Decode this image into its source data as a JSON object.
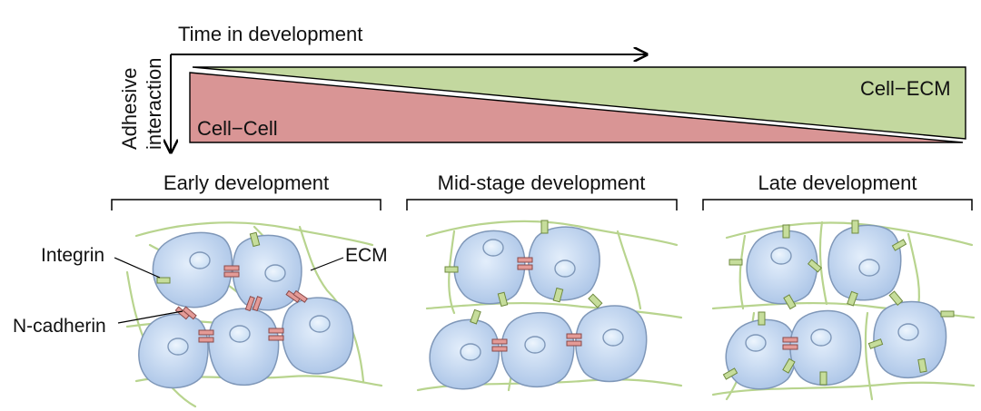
{
  "timeline": {
    "time_label": "Time in development",
    "adhesion_label_line1": "Adhesive",
    "adhesion_label_line2": "interaction",
    "cell_cell_label": "Cell−Cell",
    "cell_ecm_label": "Cell−ECM"
  },
  "stages": [
    {
      "label": "Early development"
    },
    {
      "label": "Mid-stage development"
    },
    {
      "label": "Late development"
    }
  ],
  "annotations": {
    "integrin": "Integrin",
    "n_cadherin": "N-cadherin",
    "ecm": "ECM"
  },
  "colors": {
    "cell_cell_fill": "#d99595",
    "cell_ecm_fill": "#c3d89f",
    "cell_fill": "#b5cdeb",
    "cell_stroke": "#7f97b8",
    "nucleus_fill": "#d5e5f6",
    "ecm_fiber": "#b8d48e",
    "integrin_fill": "#c6dd9b",
    "cadherin_fill": "#e49b97"
  }
}
